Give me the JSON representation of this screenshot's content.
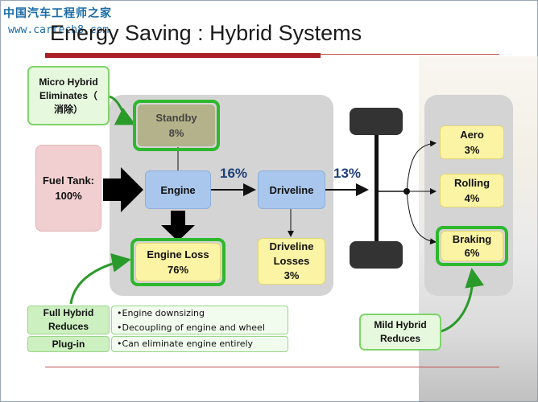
{
  "watermark": {
    "site_name": "中国汽车工程师之家",
    "url": "www.cartech8.com"
  },
  "title": "Energy Saving : Hybrid Systems",
  "callouts": {
    "micro_hybrid": {
      "line1": "Micro Hybrid",
      "line2": "Eliminates（",
      "line3": "消除）"
    },
    "mild_hybrid": {
      "line1": "Mild Hybrid",
      "line2": "Reduces"
    }
  },
  "flow": {
    "fuel_tank": {
      "label": "Fuel Tank:",
      "value": "100%"
    },
    "standby": {
      "label": "Standby",
      "value": "8%"
    },
    "engine": {
      "label": "Engine"
    },
    "engine_loss": {
      "label": "Engine Loss",
      "value": "76%"
    },
    "engine_to_driveline": "16%",
    "driveline": {
      "label": "Driveline"
    },
    "driveline_losses": {
      "line1": "Driveline",
      "line2": "Losses",
      "value": "3%"
    },
    "driveline_to_wheels": "13%",
    "aero": {
      "label": "Aero",
      "value": "3%"
    },
    "rolling": {
      "label": "Rolling",
      "value": "4%"
    },
    "braking": {
      "label": "Braking",
      "value": "6%"
    }
  },
  "hybrid_table": {
    "full_hybrid": {
      "label_line1": "Full Hybrid",
      "label_line2": "Reduces",
      "bullets": [
        "•Engine downsizing",
        "•Decoupling of engine and wheel"
      ]
    },
    "plug_in": {
      "label": "Plug-in",
      "bullets": [
        "•Can eliminate engine entirely"
      ]
    }
  },
  "colors": {
    "accent_red": "#a81f24",
    "highlight_green": "#2eb82e",
    "engine_blue": "#a9c7ec",
    "loss_yellow": "#fbf4a4",
    "fuel_pink": "#f1cfd0",
    "percent_text": "#1f3f7a"
  }
}
